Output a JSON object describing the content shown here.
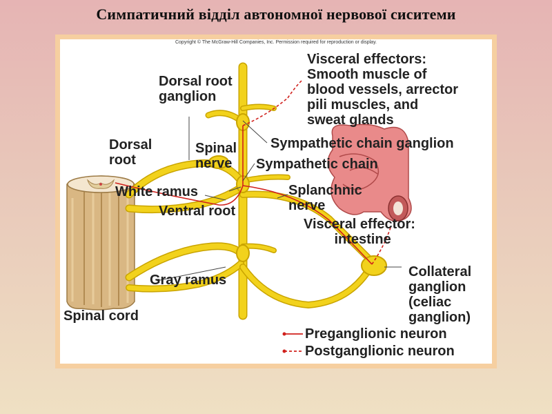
{
  "title": "Симпатичний відділ автономної нервової сиситеми",
  "figure": {
    "copyright": "Copyright © The McGraw-Hill Companies, Inc. Permission required for reproduction or display.",
    "labels": {
      "visceral_effectors": "Visceral effectors:\nSmooth muscle of\nblood vessels, arrector\npili muscles, and\nsweat glands",
      "dorsal_root_ganglion": "Dorsal root\nganglion",
      "sympathetic_chain_ganglion": "Sympathetic chain ganglion",
      "dorsal_root": "Dorsal\nroot",
      "spinal_nerve": "Spinal\nnerve",
      "sympathetic_chain": "Sympathetic chain",
      "white_ramus": "White ramus",
      "splanchnic_nerve": "Splanchnic\nnerve",
      "ventral_root": "Ventral root",
      "visceral_effector_intestine": "Visceral effector:\n        intestine",
      "collateral_ganglion": "Collateral\nganglion\n(celiac\nganglion)",
      "gray_ramus": "Gray ramus",
      "spinal_cord": "Spinal cord"
    },
    "legend": [
      {
        "label": "Preganglionic neuron",
        "style": "solid"
      },
      {
        "label": "Postganglionic neuron",
        "style": "dashed"
      }
    ],
    "colors": {
      "nerve": "#f2d21c",
      "nerve_edge": "#c9a400",
      "neuron": "#d0201c",
      "intestine": "#e98a8a",
      "spinal_cord": "#d9b783"
    }
  }
}
